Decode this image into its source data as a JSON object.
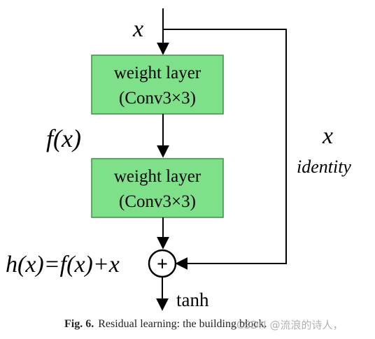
{
  "diagram": {
    "input_label": "x",
    "block1": {
      "line1": "weight layer",
      "line2": "(Conv3×3)"
    },
    "block2": {
      "line1": "weight layer",
      "line2": "(Conv3×3)"
    },
    "fx_label": "f(x)",
    "identity_x_label": "x",
    "identity_label": "identity",
    "sum_label": "h(x)=f(x)+x",
    "sum_symbol": "+",
    "output_label": "tanh",
    "colors": {
      "block_fill": "#7fe08a",
      "block_border": "#3f8f47"
    }
  },
  "caption": {
    "fig_num": "Fig. 6.",
    "text": "Residual learning: the building block."
  },
  "watermark": {
    "text": "CSDN @流浪的诗人，"
  }
}
